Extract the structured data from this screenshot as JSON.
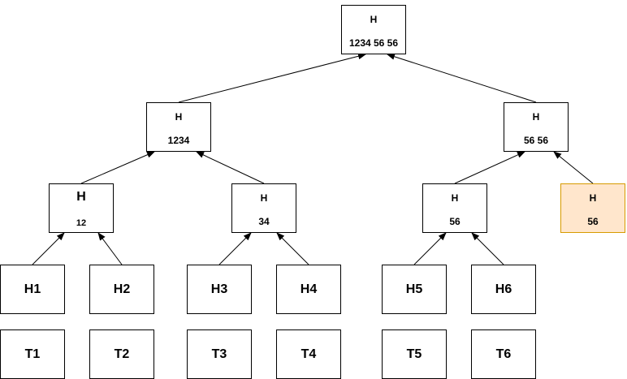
{
  "nodes": {
    "root": {
      "title": "H",
      "label": "1234 56 56"
    },
    "n1234": {
      "title": "H",
      "label": "1234"
    },
    "n5656": {
      "title": "H",
      "label": "56 56"
    },
    "n12": {
      "title": "H",
      "label": "12"
    },
    "n34": {
      "title": "H",
      "label": "34"
    },
    "n56a": {
      "title": "H",
      "label": "56"
    },
    "n56b": {
      "title": "H",
      "label": "56"
    }
  },
  "leaves": {
    "h": [
      "H1",
      "H2",
      "H3",
      "H4",
      "H5",
      "H6"
    ],
    "t": [
      "T1",
      "T2",
      "T3",
      "T4",
      "T5",
      "T6"
    ]
  },
  "colors": {
    "highlight_fill": "#ffe6cc",
    "highlight_stroke": "#d79b00",
    "edge": "#000000"
  }
}
